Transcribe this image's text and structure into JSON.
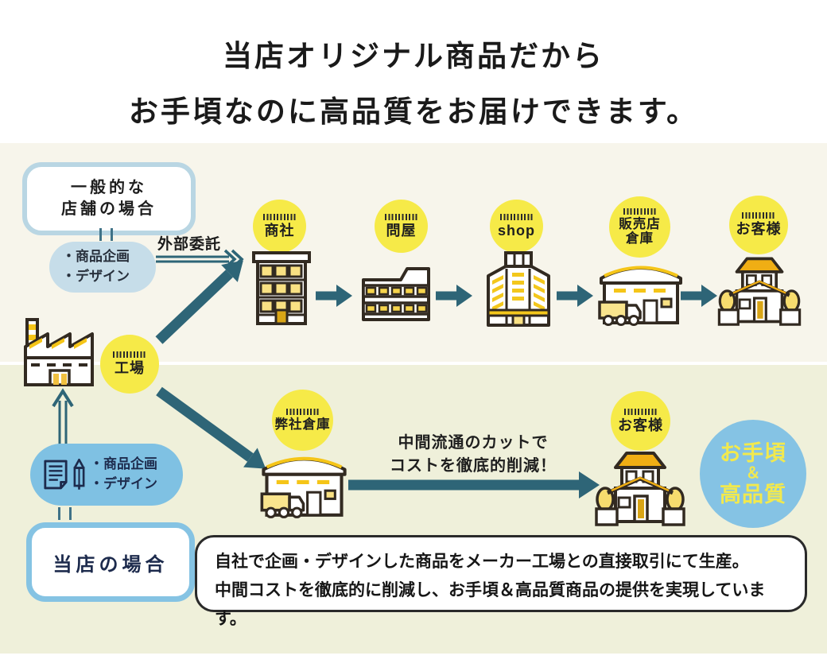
{
  "title": {
    "line1": "当店オリジナル商品だから",
    "line2": "お手頃なのに高品質をお届けできます。"
  },
  "colors": {
    "accent_teal": "#2e6577",
    "circle_yellow": "#f6ea48",
    "light_blue": "#c6dde9",
    "panel_blue": "#7fc1e3",
    "navy_text": "#1d2b4d",
    "badge_blue": "#85c3e4",
    "badge_text_yellow": "#f2e94d",
    "bg_top": "#f7f5eb",
    "bg_bottom": "#eff0da",
    "icon_gold": "#efae13",
    "icon_outline": "#322a21"
  },
  "general_case": {
    "label_line1": "一般的な",
    "label_line2": "店舗の場合",
    "planning_line1": "・商品企画",
    "planning_line2": "・デザイン",
    "outsourcing_label": "外部委託",
    "chain": [
      {
        "label": "商社",
        "icon": "office-building-icon"
      },
      {
        "label": "問屋",
        "icon": "wholesaler-building-icon"
      },
      {
        "label": "shop",
        "icon": "shop-building-icon"
      },
      {
        "label_line1": "販売店",
        "label_line2": "倉庫",
        "icon": "warehouse-truck-icon"
      },
      {
        "label": "お客様",
        "icon": "customer-house-icon"
      }
    ]
  },
  "factory": {
    "label": "工場",
    "icon": "factory-icon"
  },
  "our_case": {
    "label": "当店の場合",
    "planning_line1": "・商品企画",
    "planning_line2": "・デザイン",
    "planning_icons": [
      "document-icon",
      "pencil-icon"
    ],
    "warehouse_label": "弊社倉庫",
    "warehouse_icon": "warehouse-truck-icon",
    "cut_line1": "中間流通のカットで",
    "cut_line2": "コストを徹底的削減！",
    "customer_label": "お客様",
    "customer_icon": "customer-house-icon",
    "badge_line1": "お手頃",
    "badge_line2": "＆",
    "badge_line3": "高品質"
  },
  "footer_note": {
    "line1": "自社で企画・デザインした商品をメーカー工場との直接取引にて生産。",
    "line2": "中間コストを徹底的に削減し、お手頃＆高品質商品の提供を実現しています。"
  }
}
